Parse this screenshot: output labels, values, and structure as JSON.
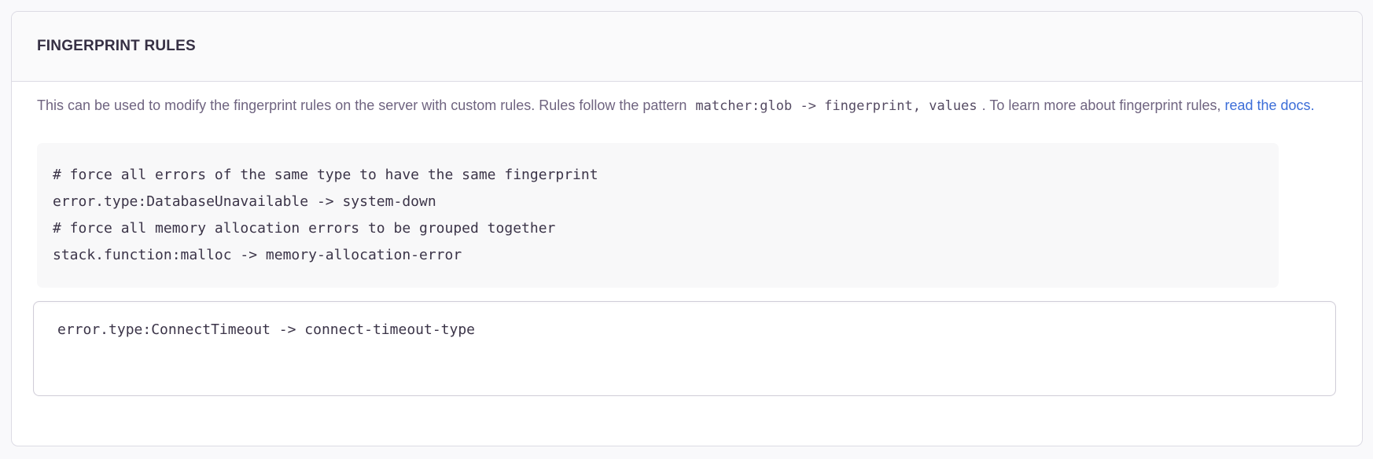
{
  "panel": {
    "title": "FINGERPRINT RULES",
    "description": {
      "text_before": "This can be used to modify the fingerprint rules on the server with custom rules. Rules follow the pattern ",
      "inline_code": "matcher:glob -> fingerprint, values",
      "text_middle": ". To learn more about fingerprint rules, ",
      "link_text": "read the docs",
      "text_after": "."
    },
    "example_code": "# force all errors of the same type to have the same fingerprint\nerror.type:DatabaseUnavailable -> system-down\n# force all memory allocation errors to be grouped together\nstack.function:malloc -> memory-allocation-error",
    "rules_input": {
      "value": "error.type:ConnectTimeout -> connect-timeout-type"
    }
  },
  "colors": {
    "page_background": "#f9f9fb",
    "panel_border": "#dcdbe4",
    "header_background": "#fafafb",
    "code_background": "#f8f8f9",
    "link_blue": "#3b6dd8",
    "body_text": "#6f6480",
    "code_text": "#3b3448"
  }
}
